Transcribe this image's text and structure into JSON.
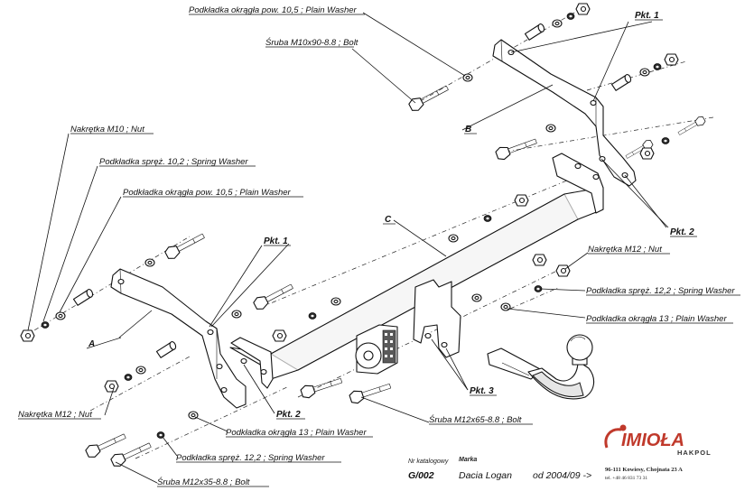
{
  "labels": {
    "washer_10_5_top": "Podkładka okrągła pow. 10,5 ; Plain Washer",
    "bolt_m10": "Śruba M10x90-8.8 ; Bolt",
    "nut_m10": "Nakrętka M10 ; Nut",
    "spring_10_2": "Podkładka spręż. 10,2 ; Spring Washer",
    "washer_10_5_left": "Podkładka okrągła pow. 10,5 ; Plain Washer",
    "nut_m12_right": "Nakrętka M12 ; Nut",
    "spring_12_2_right": "Podkładka spręż. 12,2 ; Spring Washer",
    "washer_13_right": "Podkładka okrągła 13 ; Plain Washer",
    "nut_m12_left": "Nakrętka M12 ; Nut",
    "washer_13_bottom": "Podkładka okrągła 13 ; Plain Washer",
    "spring_12_2_bottom": "Podkładka spręż. 12,2 ; Spring Washer",
    "bolt_m12x35": "Śruba M12x35-8.8 ; Bolt",
    "bolt_m12x65": "Śruba M12x65-8.8 ; Bolt",
    "pkt1_top": "Pkt. 1",
    "pkt1_left": "Pkt. 1",
    "pkt2_right": "Pkt. 2",
    "pkt2_left": "Pkt. 2",
    "pkt3": "Pkt. 3",
    "part_a": "A",
    "part_b": "B",
    "part_c": "C"
  },
  "footer": {
    "catalog_label": "Nr katalogowy",
    "catalog_number": "G/002",
    "brand_label": "Marka",
    "model": "Dacia Logan",
    "date": "od 2004/09 ->",
    "company_logo": "IMIOŁA",
    "company_sub": "HAKPOL",
    "address": "96-111 Kowiesy, Chojnata 23 A",
    "phone": "tel. +48 46 831 73 31"
  },
  "colors": {
    "line": "#111111",
    "logo": "#c0392b",
    "background": "#ffffff"
  }
}
